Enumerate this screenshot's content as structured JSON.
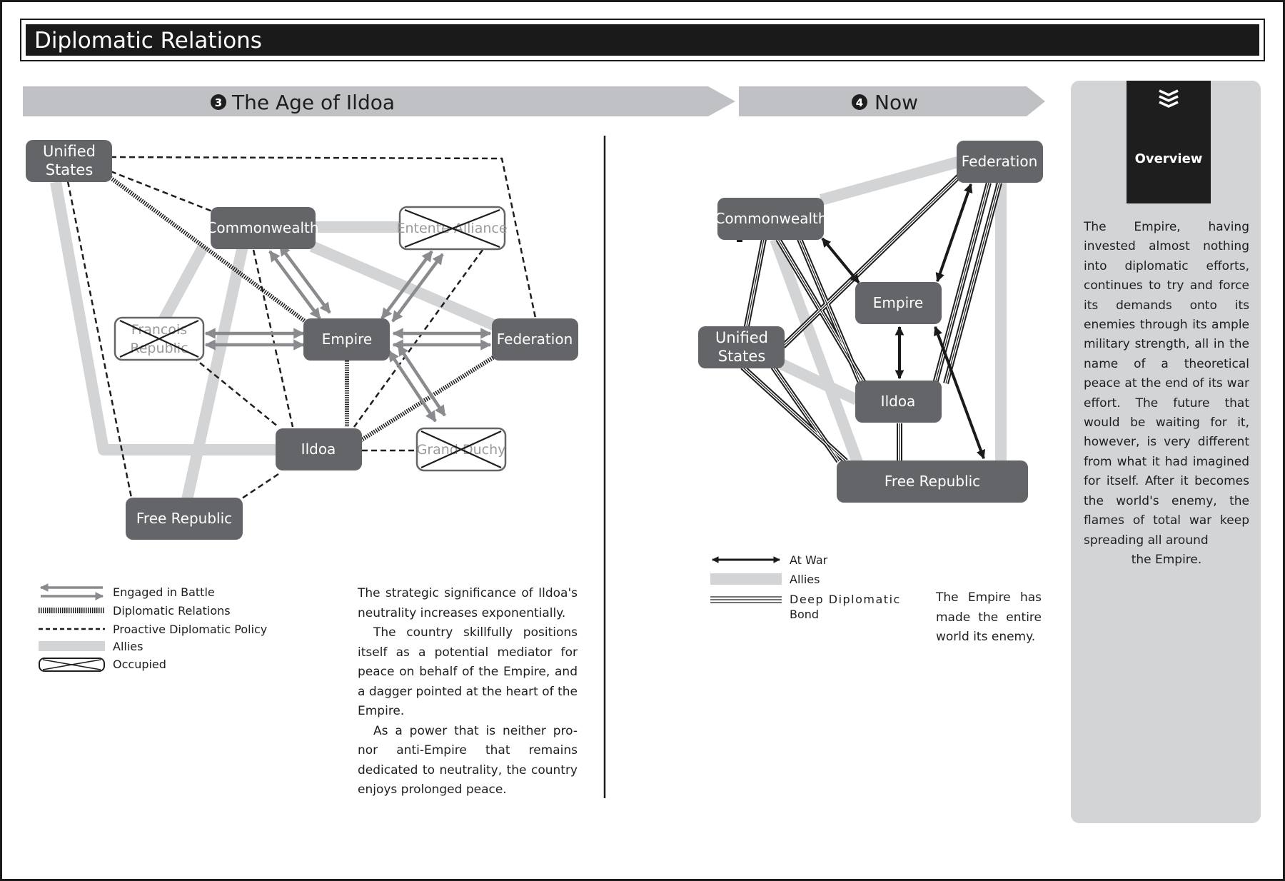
{
  "page": {
    "title": "Diplomatic Relations",
    "colors": {
      "frame": "#1a1a1a",
      "node_fill": "#646569",
      "node_text": "#ffffff",
      "occupied_text": "#9a9a9a",
      "allies": "#d3d4d6",
      "arrow_gray": "#8a8b8e",
      "banner": "#c0c1c4",
      "overview_panel": "#d3d4d6"
    }
  },
  "age_of_ildoa": {
    "banner": {
      "num": "3",
      "text": "The Age of Ildoa"
    },
    "nodes": {
      "unified_states": [
        "Unified",
        "States"
      ],
      "commonwealth": "Commonwealth",
      "entente_alliance": "Entente Alliance",
      "francois_republic": [
        "Francois",
        "Republic"
      ],
      "empire": "Empire",
      "federation": "Federation",
      "ildoa": "Ildoa",
      "grand_duchy": "Grand Duchy",
      "free_republic": "Free Republic"
    },
    "legend": {
      "engaged": "Engaged in Battle",
      "relations": "Diplomatic Relations",
      "proactive": "Proactive Diplomatic Policy",
      "allies": "Allies",
      "occupied": "Occupied"
    },
    "description": [
      "The strategic significance of Ildoa's neutrality increases exponentially.",
      "The country skillfully positions itself as a potential mediator for peace on behalf of the Empire, and a dagger pointed at the heart of the Empire.",
      "As a power that is neither pro- nor anti-Empire that remains dedicated to neutrality, the country enjoys prolonged peace."
    ]
  },
  "now": {
    "banner": {
      "num": "4",
      "text": "Now"
    },
    "nodes": {
      "federation": "Federation",
      "commonwealth": "Commonwealth",
      "empire": "Empire",
      "unified_states": [
        "Unified",
        "States"
      ],
      "ildoa": "Ildoa",
      "free_republic": "Free Republic"
    },
    "legend": {
      "war": "At War",
      "allies": "Allies",
      "bond": [
        "Deep Diplomatic",
        "Bond"
      ]
    },
    "description": "The Empire has made the entire world its enemy."
  },
  "overview": {
    "label": "Overview",
    "icon": "chevron-stack-icon",
    "body": [
      "The Empire, having invested almost nothing into diplomatic efforts, continues to try and force its demands onto its enemies through its ample military strength, all in the name of a theoretical peace at the end of its war effort. The future that would be waiting for it, however, is very different from what it had imagined for itself. After it becomes the world's enemy, the flames of total war keep spreading all around",
      "the Empire."
    ]
  }
}
